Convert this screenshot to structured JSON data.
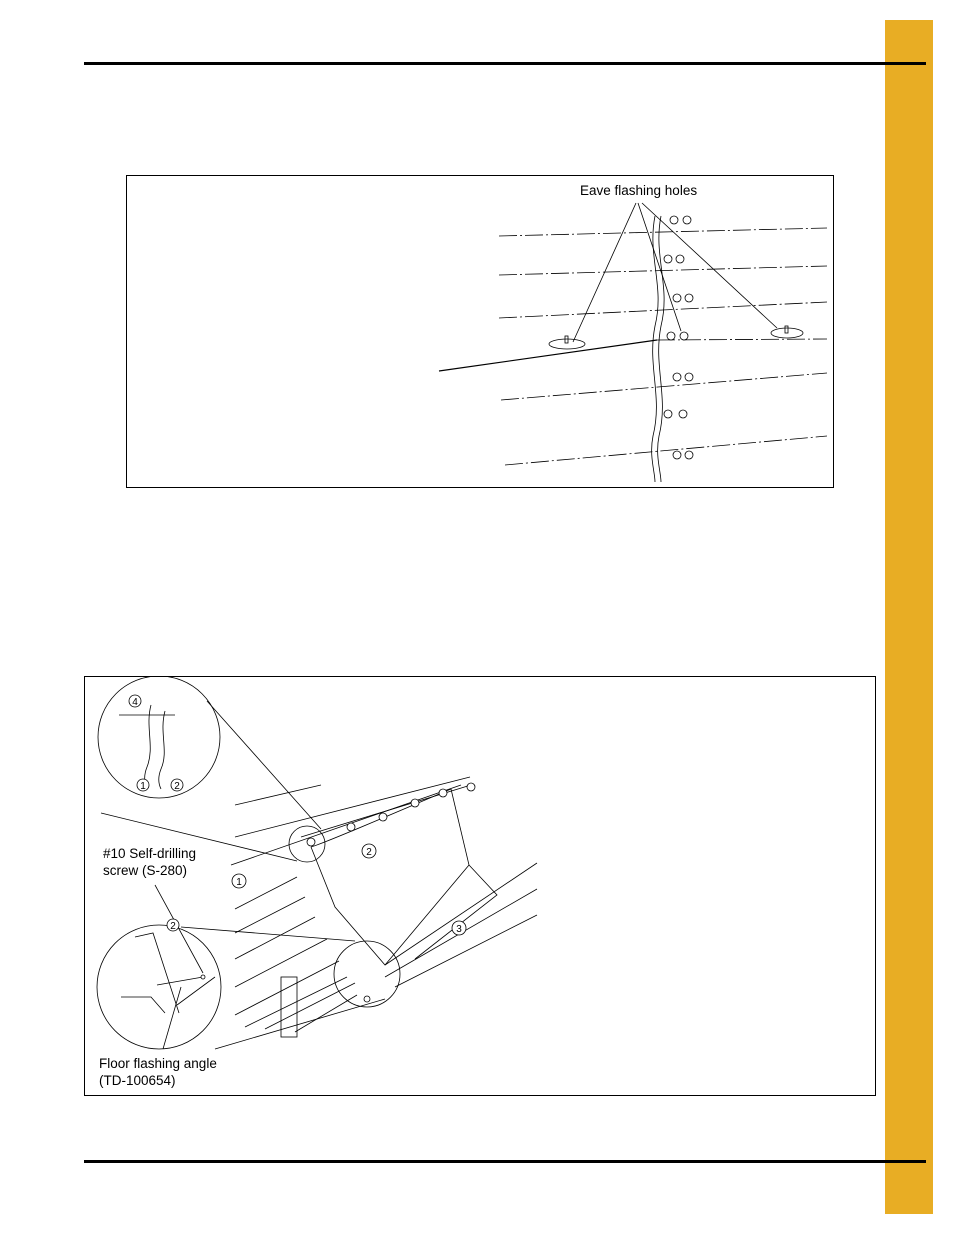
{
  "figure1": {
    "callout": "Eave flashing holes"
  },
  "figure2": {
    "screw_label_line1": "#10 Self-drilling",
    "screw_label_line2": "screw (S-280)",
    "floor_label_line1": "Floor flashing angle",
    "floor_label_line2": "(TD-100654)",
    "callouts": [
      "1",
      "2",
      "3",
      "4"
    ]
  }
}
